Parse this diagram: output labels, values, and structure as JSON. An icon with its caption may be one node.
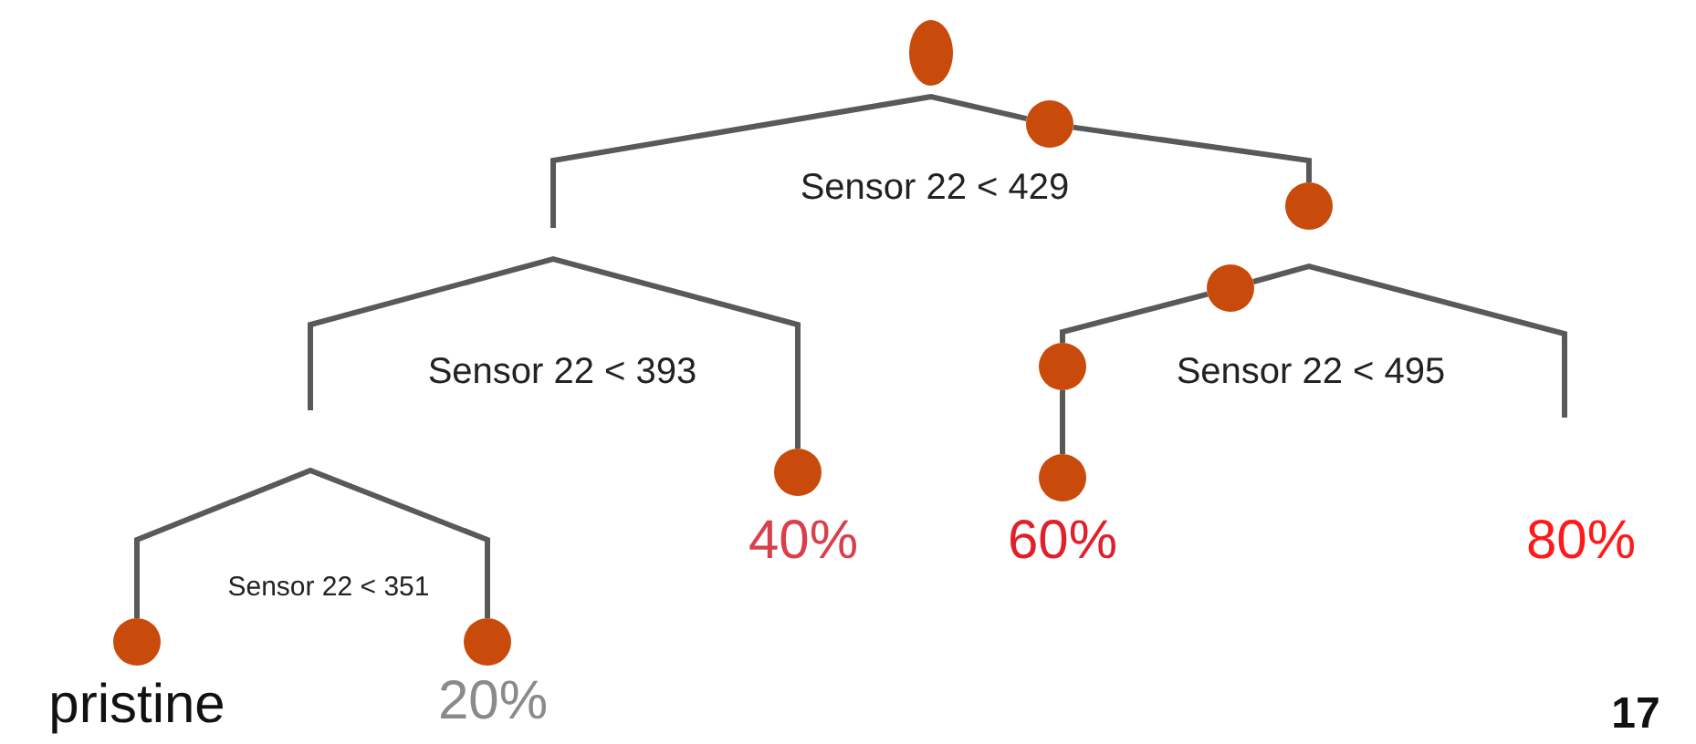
{
  "diagram": {
    "nodes": [
      {
        "text": [],
        "shape": "circle"
      },
      {
        "text": [],
        "shape": "circle"
      },
      {
        "text": [],
        "shape": "circle"
      },
      {
        "text": [],
        "shape": "circle"
      },
      {
        "text": [],
        "shape": "circle"
      },
      {
        "text": [],
        "shape": "circle",
        "beside": [
          "60%"
        ]
      },
      {
        "text": [],
        "shape": "circle",
        "beside": [
          "40%"
        ]
      },
      {
        "text": [],
        "shape": "circle",
        "beside": [
          "pristine"
        ]
      },
      {
        "text": [],
        "shape": "circle",
        "beside": [
          "20%"
        ]
      }
    ],
    "edges": [
      {
        "from": 1,
        "to": null,
        "arrow": "none"
      },
      {
        "from": 1,
        "to": 2,
        "arrow": "none"
      },
      {
        "from": 3,
        "to": 4,
        "arrow": "none"
      },
      {
        "from": 4,
        "to": 5,
        "arrow": "none"
      },
      {
        "from": 3,
        "to": null,
        "arrow": "none"
      },
      {
        "from": null,
        "to": 6,
        "arrow": "none"
      },
      {
        "from": 7,
        "to": 8,
        "arrow": "none"
      }
    ],
    "labels": [
      "Sensor 22 < 429",
      "Sensor 22 < 393",
      "Sensor 22 < 495",
      "Sensor 22 < 351",
      "80%",
      "17"
    ]
  }
}
